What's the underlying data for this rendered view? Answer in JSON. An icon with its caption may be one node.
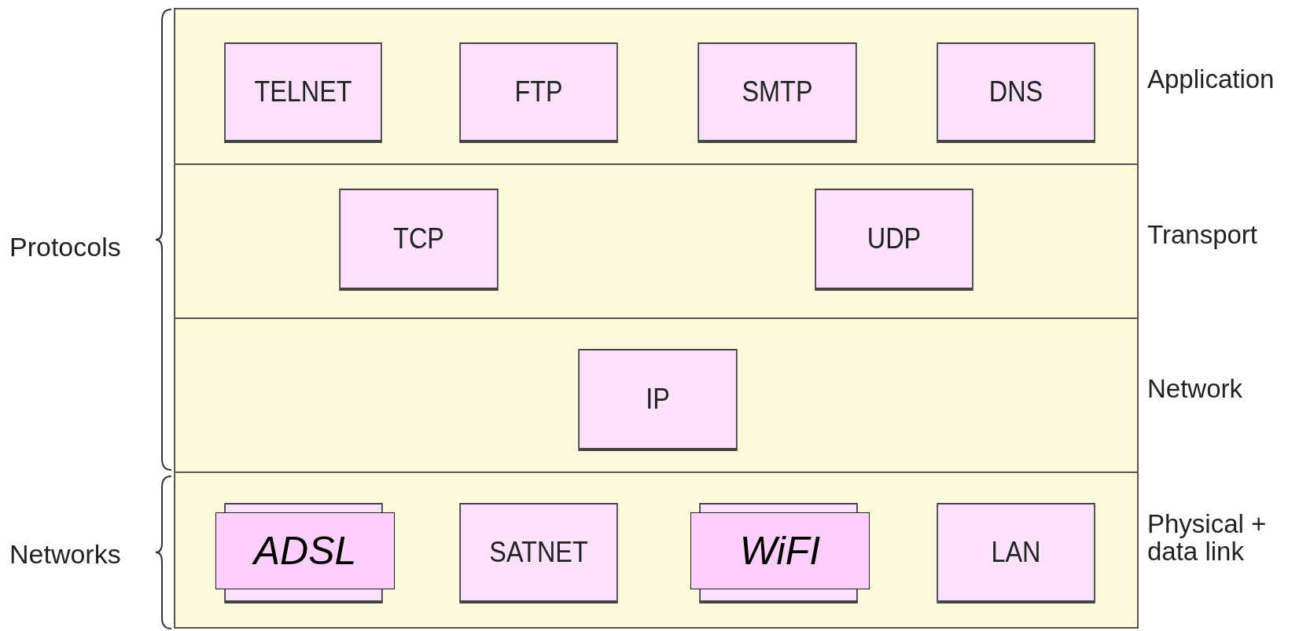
{
  "diagram": {
    "nodes": [
      {
        "text": [
          "Application"
        ]
      },
      {
        "text": [
          "TELNET"
        ],
        "in": 0
      },
      {
        "text": [
          "FTP"
        ],
        "in": 0
      },
      {
        "text": [
          "SMTP"
        ],
        "in": 0
      },
      {
        "text": [
          "DNS"
        ],
        "in": 0
      },
      {
        "text": [
          "Transport"
        ]
      },
      {
        "text": [
          "TCP"
        ],
        "in": 5
      },
      {
        "text": [
          "UDP"
        ],
        "in": 5
      },
      {
        "text": [
          "Network"
        ]
      },
      {
        "text": [
          "IP"
        ],
        "in": 8
      },
      {
        "text": [
          "Physical + data link"
        ]
      },
      {
        "text": [
          "ADSL"
        ],
        "in": 10
      },
      {
        "text": [
          "SATNET"
        ],
        "in": 10
      },
      {
        "text": [
          "WiFI"
        ],
        "in": 10
      },
      {
        "text": [
          "LAN"
        ],
        "in": 10
      }
    ],
    "edges": [],
    "labels": [
      "Protocols",
      "Networks"
    ]
  }
}
